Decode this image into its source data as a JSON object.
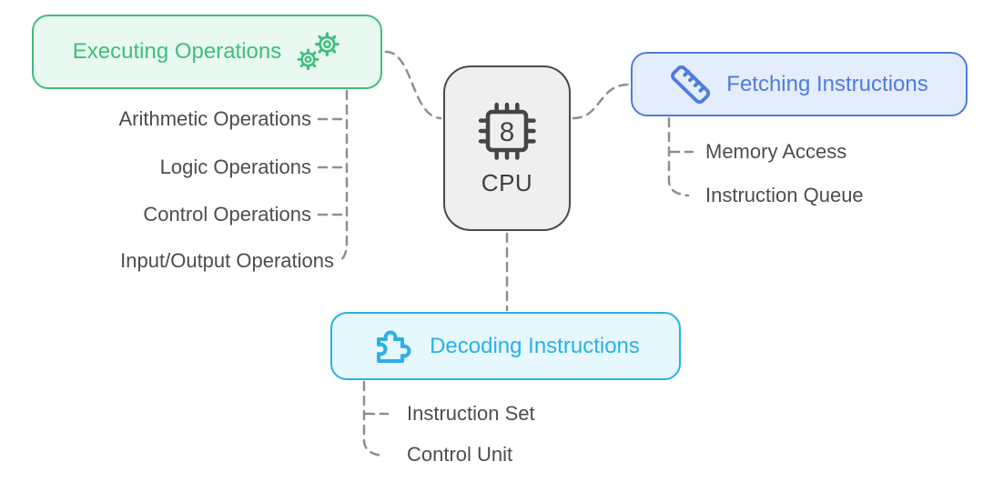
{
  "center_node": {
    "label": "CPU",
    "icon": "cpu-chip-icon",
    "chip_digit": "8",
    "border_color": "#4A4A4A",
    "fill_color": "#EFEFEF"
  },
  "branches": {
    "executing": {
      "label": "Executing Operations",
      "icon": "gears-icon",
      "accent_color": "#3EBE7E",
      "fill_color": "#E9F8F0",
      "children": [
        "Arithmetic Operations",
        "Logic Operations",
        "Control Operations",
        "Input/Output Operations"
      ]
    },
    "fetching": {
      "label": "Fetching Instructions",
      "icon": "ruler-icon",
      "accent_color": "#4E7CDE",
      "fill_color": "#E4EDFB",
      "children": [
        "Memory Access",
        "Instruction Queue"
      ]
    },
    "decoding": {
      "label": "Decoding Instructions",
      "icon": "puzzle-icon",
      "accent_color": "#29B1E6",
      "fill_color": "#E6F7FD",
      "children": [
        "Instruction Set",
        "Control Unit"
      ]
    }
  },
  "style": {
    "connector_color": "#8F8F8F",
    "leaf_text_color": "#4D4D4D",
    "background": "#FFFFFF"
  }
}
